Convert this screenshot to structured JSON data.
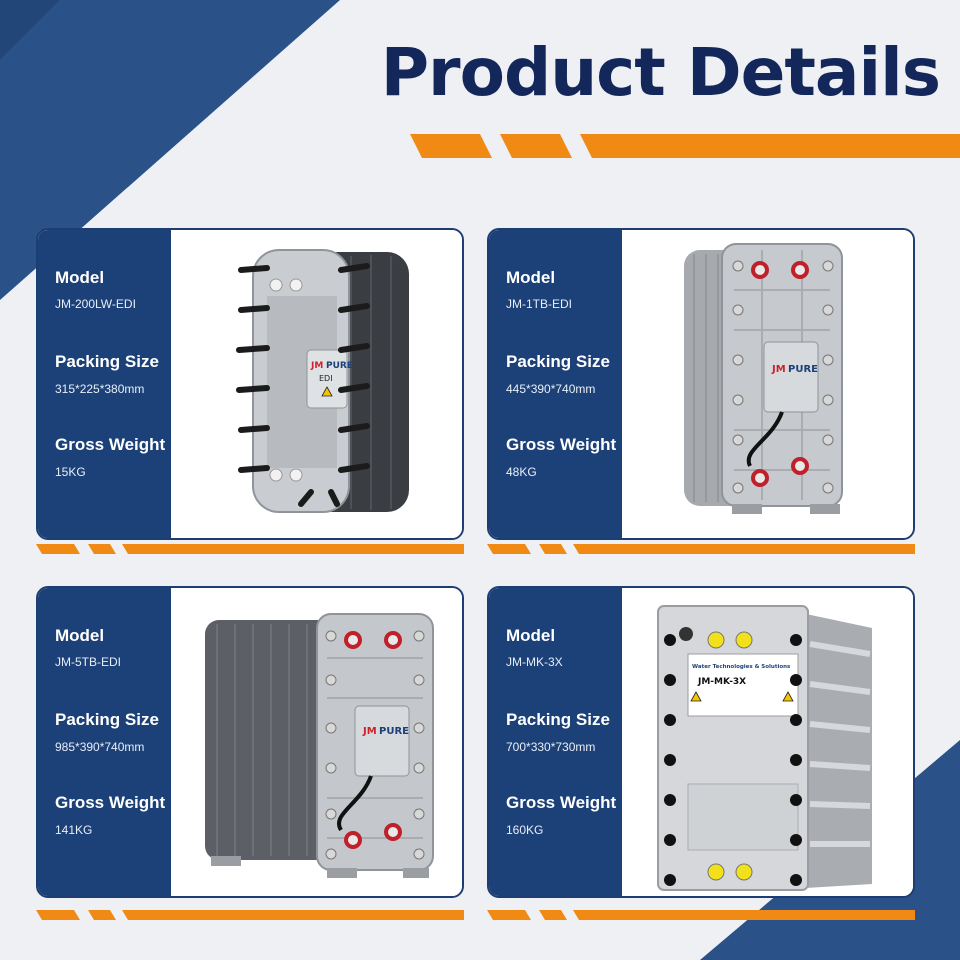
{
  "page": {
    "title": "Product Details",
    "colors": {
      "navy": "#13275a",
      "panel": "#1c4178",
      "accent": "#f08a14",
      "background": "#eef0f3"
    }
  },
  "labels": {
    "model": "Model",
    "packing_size": "Packing Size",
    "gross_weight": "Gross Weight"
  },
  "products": [
    {
      "model": "JM-200LW-EDI",
      "packing_size": "315*225*380mm",
      "gross_weight": "15KG",
      "device_label": {
        "brand_jm": "JM",
        "brand_pure": "PURE",
        "sub": "EDI"
      }
    },
    {
      "model": "JM-1TB-EDI",
      "packing_size": "445*390*740mm",
      "gross_weight": "48KG",
      "device_label": {
        "brand_jm": "JM",
        "brand_pure": "PURE"
      }
    },
    {
      "model": "JM-5TB-EDI",
      "packing_size": "985*390*740mm",
      "gross_weight": "141KG",
      "device_label": {
        "brand_jm": "JM",
        "brand_pure": "PURE"
      }
    },
    {
      "model": "JM-MK-3X",
      "packing_size": "700*330*730mm",
      "gross_weight": "160KG",
      "device_label": {
        "company": "Water Technologies & Solutions",
        "model": "JM-MK-3X"
      }
    }
  ]
}
